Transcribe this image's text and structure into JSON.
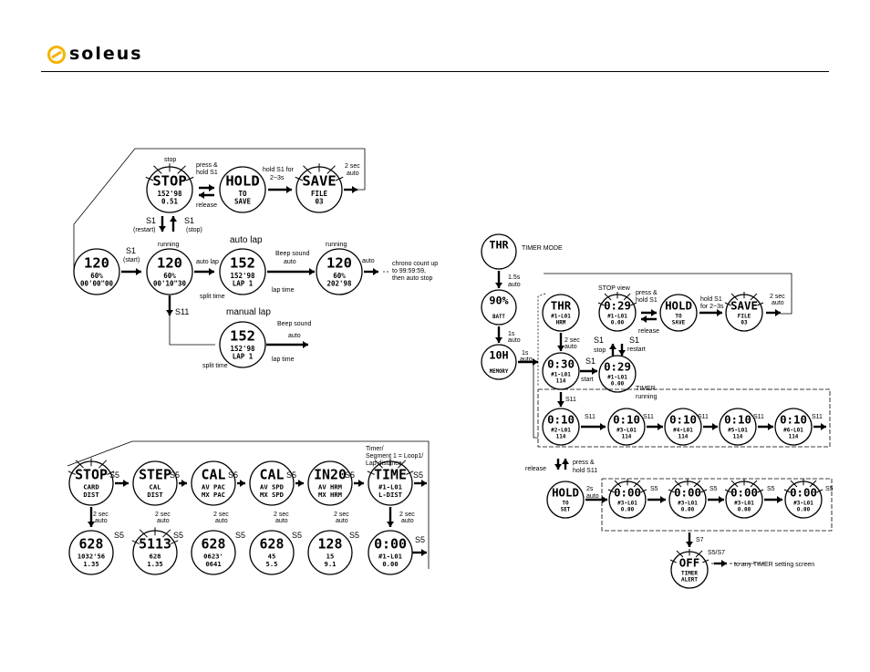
{
  "brand": {
    "name": "soleus",
    "accent": "#f5b400"
  },
  "screens": [
    {
      "id": "s1",
      "l1": "120",
      "l2": "60%",
      "l3": "00'00\"00"
    },
    {
      "id": "s2",
      "l1": "120",
      "l2": "60%",
      "l3": "00'10\"30"
    },
    {
      "id": "s3",
      "l1": "152",
      "l2": "152'98",
      "l3": "LAP 1"
    },
    {
      "id": "s4",
      "l1": "120",
      "l2": "60%",
      "l3": "202'98"
    },
    {
      "id": "s5",
      "l1": "STOP",
      "l2": "152'98",
      "l3": "0.51"
    },
    {
      "id": "s6",
      "l1": "HOLD",
      "l2": "TO",
      "l3": "SAVE"
    },
    {
      "id": "s7",
      "l1": "SAVE",
      "l2": "FILE",
      "l3": "03"
    },
    {
      "id": "s8",
      "l1": "152",
      "l2": "152'98",
      "l3": "LAP 1"
    },
    {
      "id": "s9",
      "l1": "STOP",
      "l2": "CARD",
      "l3": "DIST"
    },
    {
      "id": "s10",
      "l1": "STEP",
      "l2": "CAL",
      "l3": "DIST"
    },
    {
      "id": "s11",
      "l1": "CAL",
      "l2": "AV PAC",
      "l3": "MX PAC"
    },
    {
      "id": "s12",
      "l1": "CAL",
      "l2": "AV SPD",
      "l3": "MX SPD"
    },
    {
      "id": "s13",
      "l1": "IN20",
      "l2": "AV HRM",
      "l3": "MX HRM"
    },
    {
      "id": "s14",
      "l1": "TIME",
      "l2": "#1-L01",
      "l3": "L-DIST"
    },
    {
      "id": "s15",
      "l1": "628",
      "l2": "1032'56",
      "l3": "1.35"
    },
    {
      "id": "s16",
      "l1": "5113",
      "l2": "628",
      "l3": "1.35"
    },
    {
      "id": "s17",
      "l1": "628",
      "l2": "0623'",
      "l3": "0641"
    },
    {
      "id": "s18",
      "l1": "628",
      "l2": "45",
      "l3": "5.5"
    },
    {
      "id": "s19",
      "l1": "128",
      "l2": "15",
      "l3": "9.1"
    },
    {
      "id": "s20",
      "l1": "0:00",
      "l2": "#1-L01",
      "l3": "0.00"
    },
    {
      "id": "s21",
      "l1": "THR",
      "l2": "",
      "l3": ""
    },
    {
      "id": "s22",
      "l1": "90%",
      "l2": "",
      "l3": "BATT"
    },
    {
      "id": "s23",
      "l1": "10H",
      "l2": "",
      "l3": "MEMORY"
    },
    {
      "id": "s24",
      "l1": "THR",
      "l2": "#1-L01",
      "l3": "HRM"
    },
    {
      "id": "s25",
      "l1": "0:30",
      "l2": "#1-L01",
      "l3": "114"
    },
    {
      "id": "s26",
      "l1": "0:29",
      "l2": "#1-L01",
      "l3": "0.00"
    },
    {
      "id": "s27",
      "l1": "0:29",
      "l2": "#1-L01",
      "l3": "0.00"
    },
    {
      "id": "s28",
      "l1": "HOLD",
      "l2": "TO",
      "l3": "SAVE"
    },
    {
      "id": "s29",
      "l1": "SAVE",
      "l2": "FILE",
      "l3": "03"
    },
    {
      "id": "s30",
      "l1": "0:10",
      "l2": "#2-L01",
      "l3": "114"
    },
    {
      "id": "s31",
      "l1": "0:10",
      "l2": "#3-L01",
      "l3": "114"
    },
    {
      "id": "s32",
      "l1": "0:10",
      "l2": "#4-L01",
      "l3": "114"
    },
    {
      "id": "s33",
      "l1": "0:10",
      "l2": "#5-L01",
      "l3": "114"
    },
    {
      "id": "s34",
      "l1": "0:10",
      "l2": "#6-L01",
      "l3": "114"
    },
    {
      "id": "s35",
      "l1": "HOLD",
      "l2": "TO",
      "l3": "SET"
    },
    {
      "id": "s36",
      "l1": "0:00",
      "l2": "#3-L01",
      "l3": "0.00"
    },
    {
      "id": "s37",
      "l1": "0:00",
      "l2": "#3-L01",
      "l3": "0.00"
    },
    {
      "id": "s38",
      "l1": "0:00",
      "l2": "#3-L01",
      "l3": "0.00"
    },
    {
      "id": "s39",
      "l1": "0:00",
      "l2": "#3-L01",
      "l3": "0.00"
    },
    {
      "id": "s40",
      "l1": "OFF",
      "l2": "TIMER",
      "l3": "ALERT"
    }
  ],
  "labels": [
    {
      "id": "t1",
      "text": "stop"
    },
    {
      "id": "t2",
      "text": "press &"
    },
    {
      "id": "t3",
      "text": "hold S1"
    },
    {
      "id": "t4",
      "text": "release"
    },
    {
      "id": "t5",
      "text": "hold S1 for"
    },
    {
      "id": "t6",
      "text": "2~3s"
    },
    {
      "id": "t7",
      "text": "2 sec"
    },
    {
      "id": "t8",
      "text": "auto"
    },
    {
      "id": "t9",
      "text": "S1"
    },
    {
      "id": "t10",
      "text": "(restart)"
    },
    {
      "id": "t11",
      "text": "S1"
    },
    {
      "id": "t12",
      "text": "(stop)"
    },
    {
      "id": "t13",
      "text": "S1"
    },
    {
      "id": "t14",
      "text": "(start)"
    },
    {
      "id": "t15",
      "text": "running"
    },
    {
      "id": "t16",
      "text": "auto lap"
    },
    {
      "id": "t17",
      "text": "auto lap"
    },
    {
      "id": "t18",
      "text": "split time"
    },
    {
      "id": "t19",
      "text": "lap time"
    },
    {
      "id": "t20",
      "text": "Beep sound"
    },
    {
      "id": "t21",
      "text": "auto"
    },
    {
      "id": "t22",
      "text": "running"
    },
    {
      "id": "t23",
      "text": "auto"
    },
    {
      "id": "t24",
      "text": "chrono count up"
    },
    {
      "id": "t25",
      "text": "to 99:59:59,"
    },
    {
      "id": "t26",
      "text": "then auto stop"
    },
    {
      "id": "t27",
      "text": "S11"
    },
    {
      "id": "t28",
      "text": "manual lap"
    },
    {
      "id": "t29",
      "text": "Beep sound"
    },
    {
      "id": "t30",
      "text": "auto"
    },
    {
      "id": "t31",
      "text": "split time"
    },
    {
      "id": "t32",
      "text": "lap time"
    },
    {
      "id": "t33",
      "text": "Timer/"
    },
    {
      "id": "t34",
      "text": "Segment 1 = Loop1/"
    },
    {
      "id": "t35",
      "text": "Lap distance"
    },
    {
      "id": "t36",
      "text": "S5"
    },
    {
      "id": "t37",
      "text": "S5"
    },
    {
      "id": "t38",
      "text": "S5"
    },
    {
      "id": "t39",
      "text": "S5"
    },
    {
      "id": "t40",
      "text": "S5"
    },
    {
      "id": "t41",
      "text": "S5"
    },
    {
      "id": "t42",
      "text": "S5"
    },
    {
      "id": "t43",
      "text": "S5"
    },
    {
      "id": "t44",
      "text": "S5"
    },
    {
      "id": "t45",
      "text": "S5"
    },
    {
      "id": "t46",
      "text": "S5"
    },
    {
      "id": "t47",
      "text": "S5"
    },
    {
      "id": "t48",
      "text": "2 sec"
    },
    {
      "id": "t49",
      "text": "auto"
    },
    {
      "id": "t50",
      "text": "2 sec"
    },
    {
      "id": "t51",
      "text": "auto"
    },
    {
      "id": "t52",
      "text": "2 sec"
    },
    {
      "id": "t53",
      "text": "auto"
    },
    {
      "id": "t54",
      "text": "2 sec"
    },
    {
      "id": "t55",
      "text": "auto"
    },
    {
      "id": "t56",
      "text": "2 sec"
    },
    {
      "id": "t57",
      "text": "auto"
    },
    {
      "id": "t58",
      "text": "2 sec"
    },
    {
      "id": "t59",
      "text": "auto"
    },
    {
      "id": "t60",
      "text": "TIMER MODE"
    },
    {
      "id": "t61",
      "text": "1.5s"
    },
    {
      "id": "t62",
      "text": "auto"
    },
    {
      "id": "t63",
      "text": "1s"
    },
    {
      "id": "t64",
      "text": "auto"
    },
    {
      "id": "t65",
      "text": "1s"
    },
    {
      "id": "t66",
      "text": "auto"
    },
    {
      "id": "t67",
      "text": "STOP view"
    },
    {
      "id": "t68",
      "text": "press &"
    },
    {
      "id": "t69",
      "text": "hold S1"
    },
    {
      "id": "t70",
      "text": "release"
    },
    {
      "id": "t71",
      "text": "hold S1"
    },
    {
      "id": "t72",
      "text": "for 2~3s"
    },
    {
      "id": "t73",
      "text": "2 sec"
    },
    {
      "id": "t74",
      "text": "auto"
    },
    {
      "id": "t75",
      "text": "2 sec"
    },
    {
      "id": "t76",
      "text": "auto"
    },
    {
      "id": "t77",
      "text": "S1"
    },
    {
      "id": "t78",
      "text": "stop"
    },
    {
      "id": "t79",
      "text": "S1"
    },
    {
      "id": "t80",
      "text": "restart"
    },
    {
      "id": "t81",
      "text": "S1"
    },
    {
      "id": "t82",
      "text": "start"
    },
    {
      "id": "t83",
      "text": "TIMER"
    },
    {
      "id": "t84",
      "text": "running"
    },
    {
      "id": "t85",
      "text": "S11"
    },
    {
      "id": "t86",
      "text": "S11"
    },
    {
      "id": "t87",
      "text": "S11"
    },
    {
      "id": "t88",
      "text": "S11"
    },
    {
      "id": "t89",
      "text": "S11"
    },
    {
      "id": "t90",
      "text": "S11"
    },
    {
      "id": "t91",
      "text": "release"
    },
    {
      "id": "t92",
      "text": "press &"
    },
    {
      "id": "t93",
      "text": "hold S11"
    },
    {
      "id": "t94",
      "text": "2s"
    },
    {
      "id": "t95",
      "text": "auto"
    },
    {
      "id": "t96",
      "text": "S5"
    },
    {
      "id": "t97",
      "text": "S5"
    },
    {
      "id": "t98",
      "text": "S5"
    },
    {
      "id": "t99",
      "text": "S5"
    },
    {
      "id": "t100",
      "text": "S7"
    },
    {
      "id": "t101",
      "text": "S5/S7"
    },
    {
      "id": "t102",
      "text": "to any TIMER setting screen"
    }
  ]
}
